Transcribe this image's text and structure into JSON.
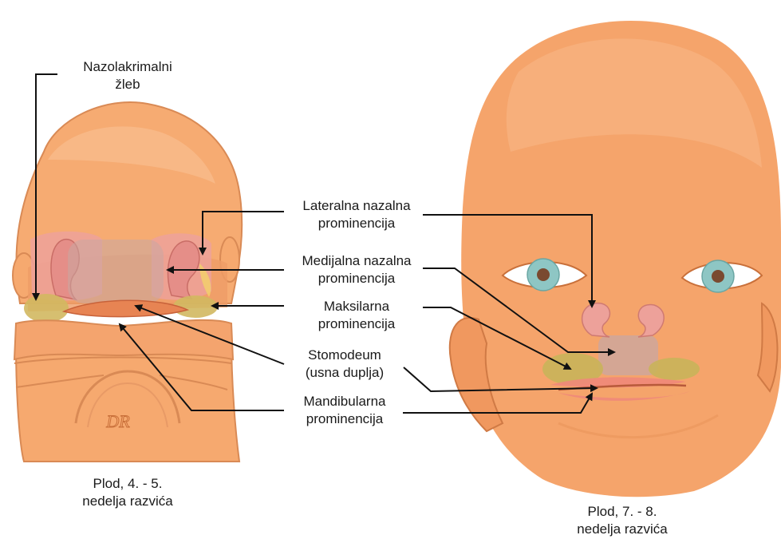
{
  "labels": {
    "nasolacrimal": {
      "line1": "Nazolakrimalni",
      "line2": "žleb"
    },
    "lateral_nasal": {
      "line1": "Lateralna nazalna",
      "line2": "prominencija"
    },
    "medial_nasal": {
      "line1": "Medijalna nazalna",
      "line2": "prominencija"
    },
    "maxillary": {
      "line1": "Maksilarna",
      "line2": "prominencija"
    },
    "stomodeum": {
      "line1": "Stomodeum",
      "line2": "(usna duplja)"
    },
    "mandibular": {
      "line1": "Mandibularna",
      "line2": "prominencija"
    }
  },
  "captions": {
    "left": {
      "line1": "Plod, 4. - 5.",
      "line2": "nedelja razvića"
    },
    "right": {
      "line1": "Plod, 7. - 8.",
      "line2": "nedelja razvića"
    }
  },
  "signature": "DR",
  "colors": {
    "skin": "#f5a46b",
    "skin_light": "#f8bd8c",
    "skin_dark": "#e48a52",
    "outline": "#c9703a",
    "lateral_nasal": "#e8908a",
    "medial_nasal": "#c9a4a0",
    "maxillary": "#c9b45a",
    "mandibular": "#f0887a",
    "iris": "#8ec6c4",
    "pupil": "#7a4a30"
  }
}
